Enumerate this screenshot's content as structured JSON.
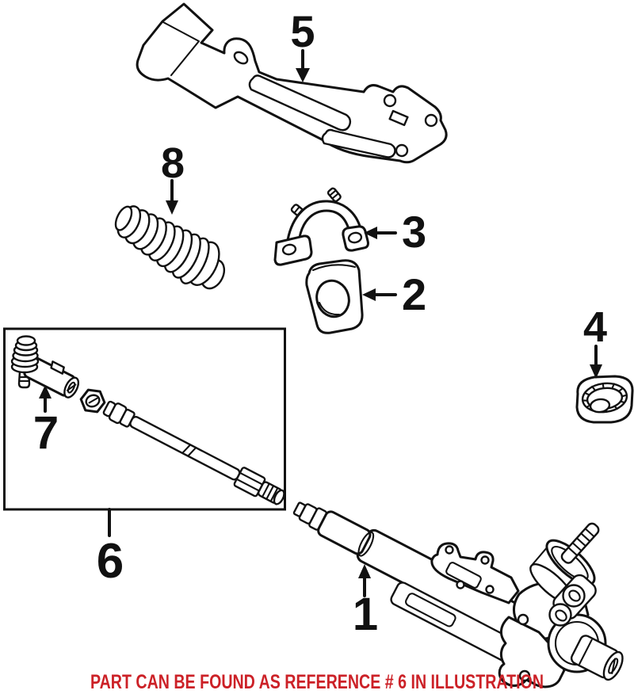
{
  "diagram": {
    "callouts": [
      {
        "label": "1"
      },
      {
        "label": "2"
      },
      {
        "label": "3"
      },
      {
        "label": "4"
      },
      {
        "label": "5"
      },
      {
        "label": "6"
      },
      {
        "label": "7"
      },
      {
        "label": "8"
      }
    ],
    "note": {
      "text": "PART CAN BE FOUND AS REFERENCE # 6 IN ILLUSTRATION"
    },
    "colors": {
      "line": "#111111",
      "note": "#cc2127",
      "background": "#ffffff"
    }
  }
}
